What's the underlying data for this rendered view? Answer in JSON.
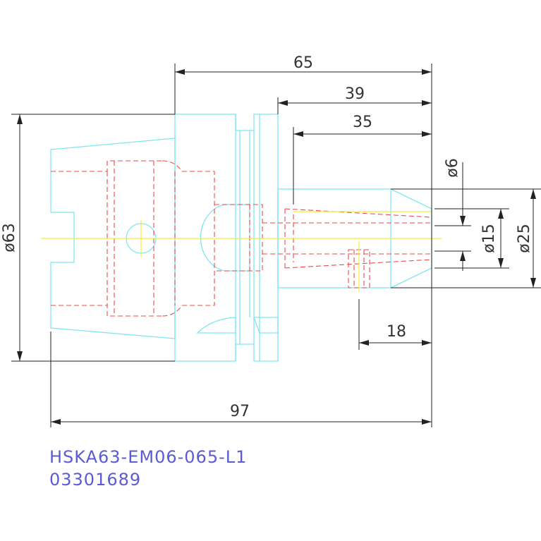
{
  "drawing": {
    "colors": {
      "outline": "#7fe6f0",
      "hidden_lines": "#ef4a4a",
      "centerline": "#f2ee3c",
      "dimension_lines": "#222222",
      "label_text": "#5b5bd6"
    },
    "dimensions": {
      "d65": "65",
      "d39": "39",
      "d35": "35",
      "d97": "97",
      "d18": "18",
      "dia63": "ø63",
      "dia6": "ø6",
      "dia15": "ø15",
      "dia25": "ø25"
    },
    "part_number": "HSKA63-EM06-065-L1",
    "article_number": "03301689"
  }
}
